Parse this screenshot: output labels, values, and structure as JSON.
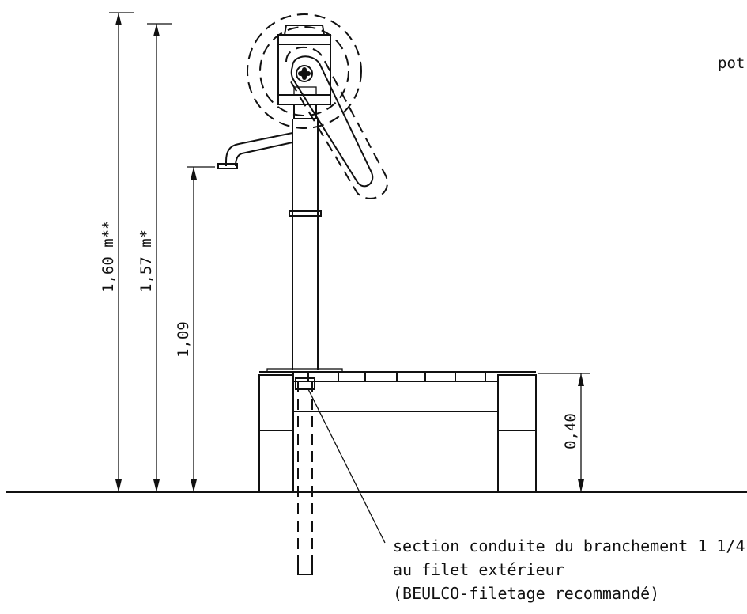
{
  "dimensions": {
    "total_height": "1,60 m**",
    "total_height_alt": "1,57 m*",
    "spout_height": "1,09",
    "base_height": "0,40"
  },
  "labels": {
    "cut_off_word": "pot",
    "note_line1": "section conduite du branchement 1 1/4\"",
    "note_line2": "au filet extérieur",
    "note_line3": "(BEULCO-filetage recommandé)"
  }
}
